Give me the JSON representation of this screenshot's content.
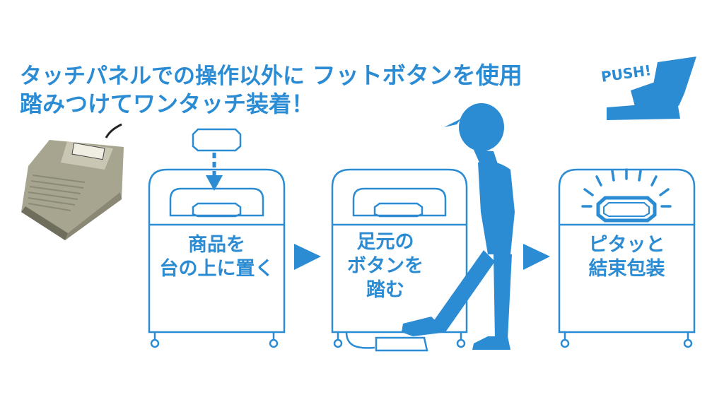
{
  "headline": {
    "line1_prefix": "タッチパネルでの操作以外に",
    "line1_emphasis": "フットボタンを使用",
    "line2": "踏みつけてワンタッチ装着！"
  },
  "steps": [
    {
      "line1": "商品を",
      "line2": "台の上に置く"
    },
    {
      "line1": "足元の",
      "line2": "ボタンを",
      "line3": "踏む"
    },
    {
      "line1": "ピタッと",
      "line2": "結束包装"
    }
  ],
  "push_label": "PUSH!",
  "colors": {
    "accent": "#2b8bd3",
    "pedal_body": "#a7a58f",
    "pedal_dark": "#6f6d5c"
  },
  "icons": [
    "foot-pedal-photo",
    "foot-press-icon",
    "arrow-right-icon",
    "person-silhouette"
  ]
}
